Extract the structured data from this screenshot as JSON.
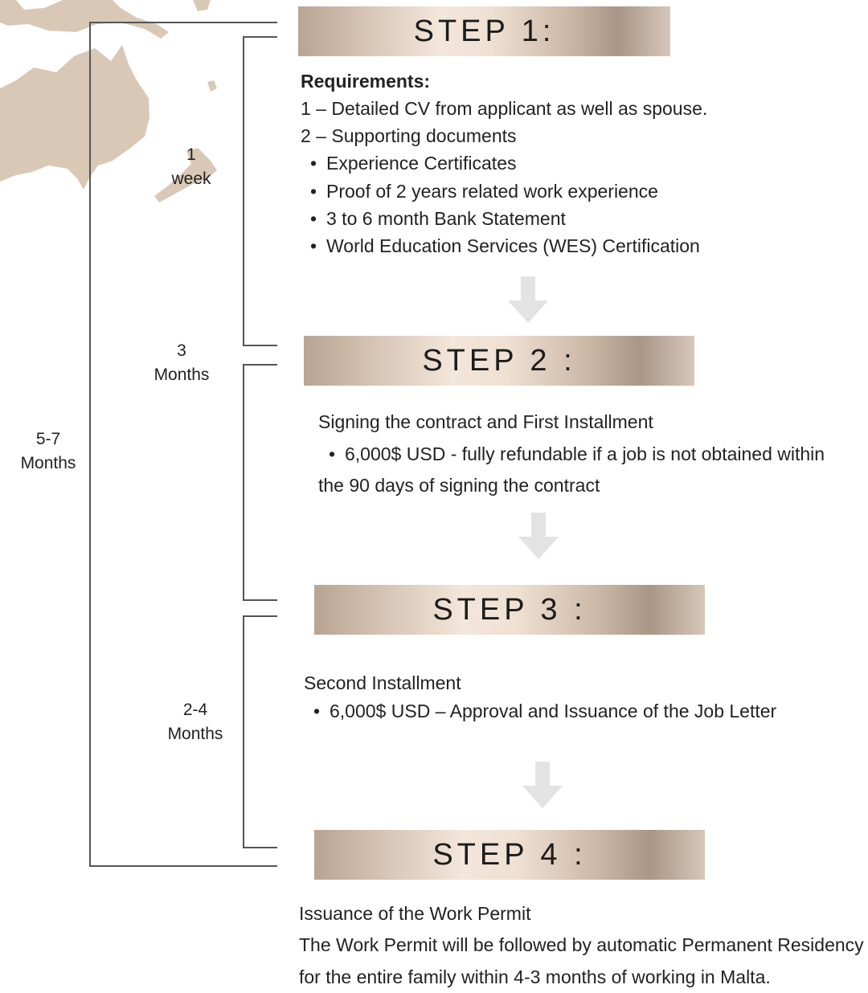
{
  "steps": [
    {
      "label": "STEP 1:"
    },
    {
      "label": "STEP 2 :"
    },
    {
      "label": "STEP 3 :"
    },
    {
      "label": "STEP 4 :"
    }
  ],
  "durations": {
    "d1": [
      "1",
      "week"
    ],
    "d2": [
      "3",
      "Months"
    ],
    "d3": [
      "2-4",
      "Months"
    ],
    "total": [
      "5-7",
      "Months"
    ]
  },
  "step1": {
    "heading": "Requirements:",
    "line1": "1 – Detailed CV from applicant as well as spouse.",
    "line2": "2 – Supporting documents",
    "bullets": [
      "Experience Certificates",
      "Proof of 2 years related work experience",
      "3 to 6 month Bank Statement",
      "World Education Services (WES) Certification"
    ]
  },
  "step2": {
    "line1": "Signing the contract and First Installment",
    "bullet": "6,000$ USD - fully refundable if a job is not obtained within",
    "line3": "the 90 days of signing the contract"
  },
  "step3": {
    "line1": "Second Installment",
    "bullet": "6,000$ USD – Approval and Issuance of the Job Letter"
  },
  "step4": {
    "heading": "Issuance of the Work Permit",
    "line2": "The Work Permit will be followed by automatic Permanent Residency",
    "line3": "for the entire family within 4-3 months of working in Malta."
  },
  "colors": {
    "map": "#d9c8b6",
    "bracket": "#555555",
    "arrow": "#e3e3e3"
  }
}
